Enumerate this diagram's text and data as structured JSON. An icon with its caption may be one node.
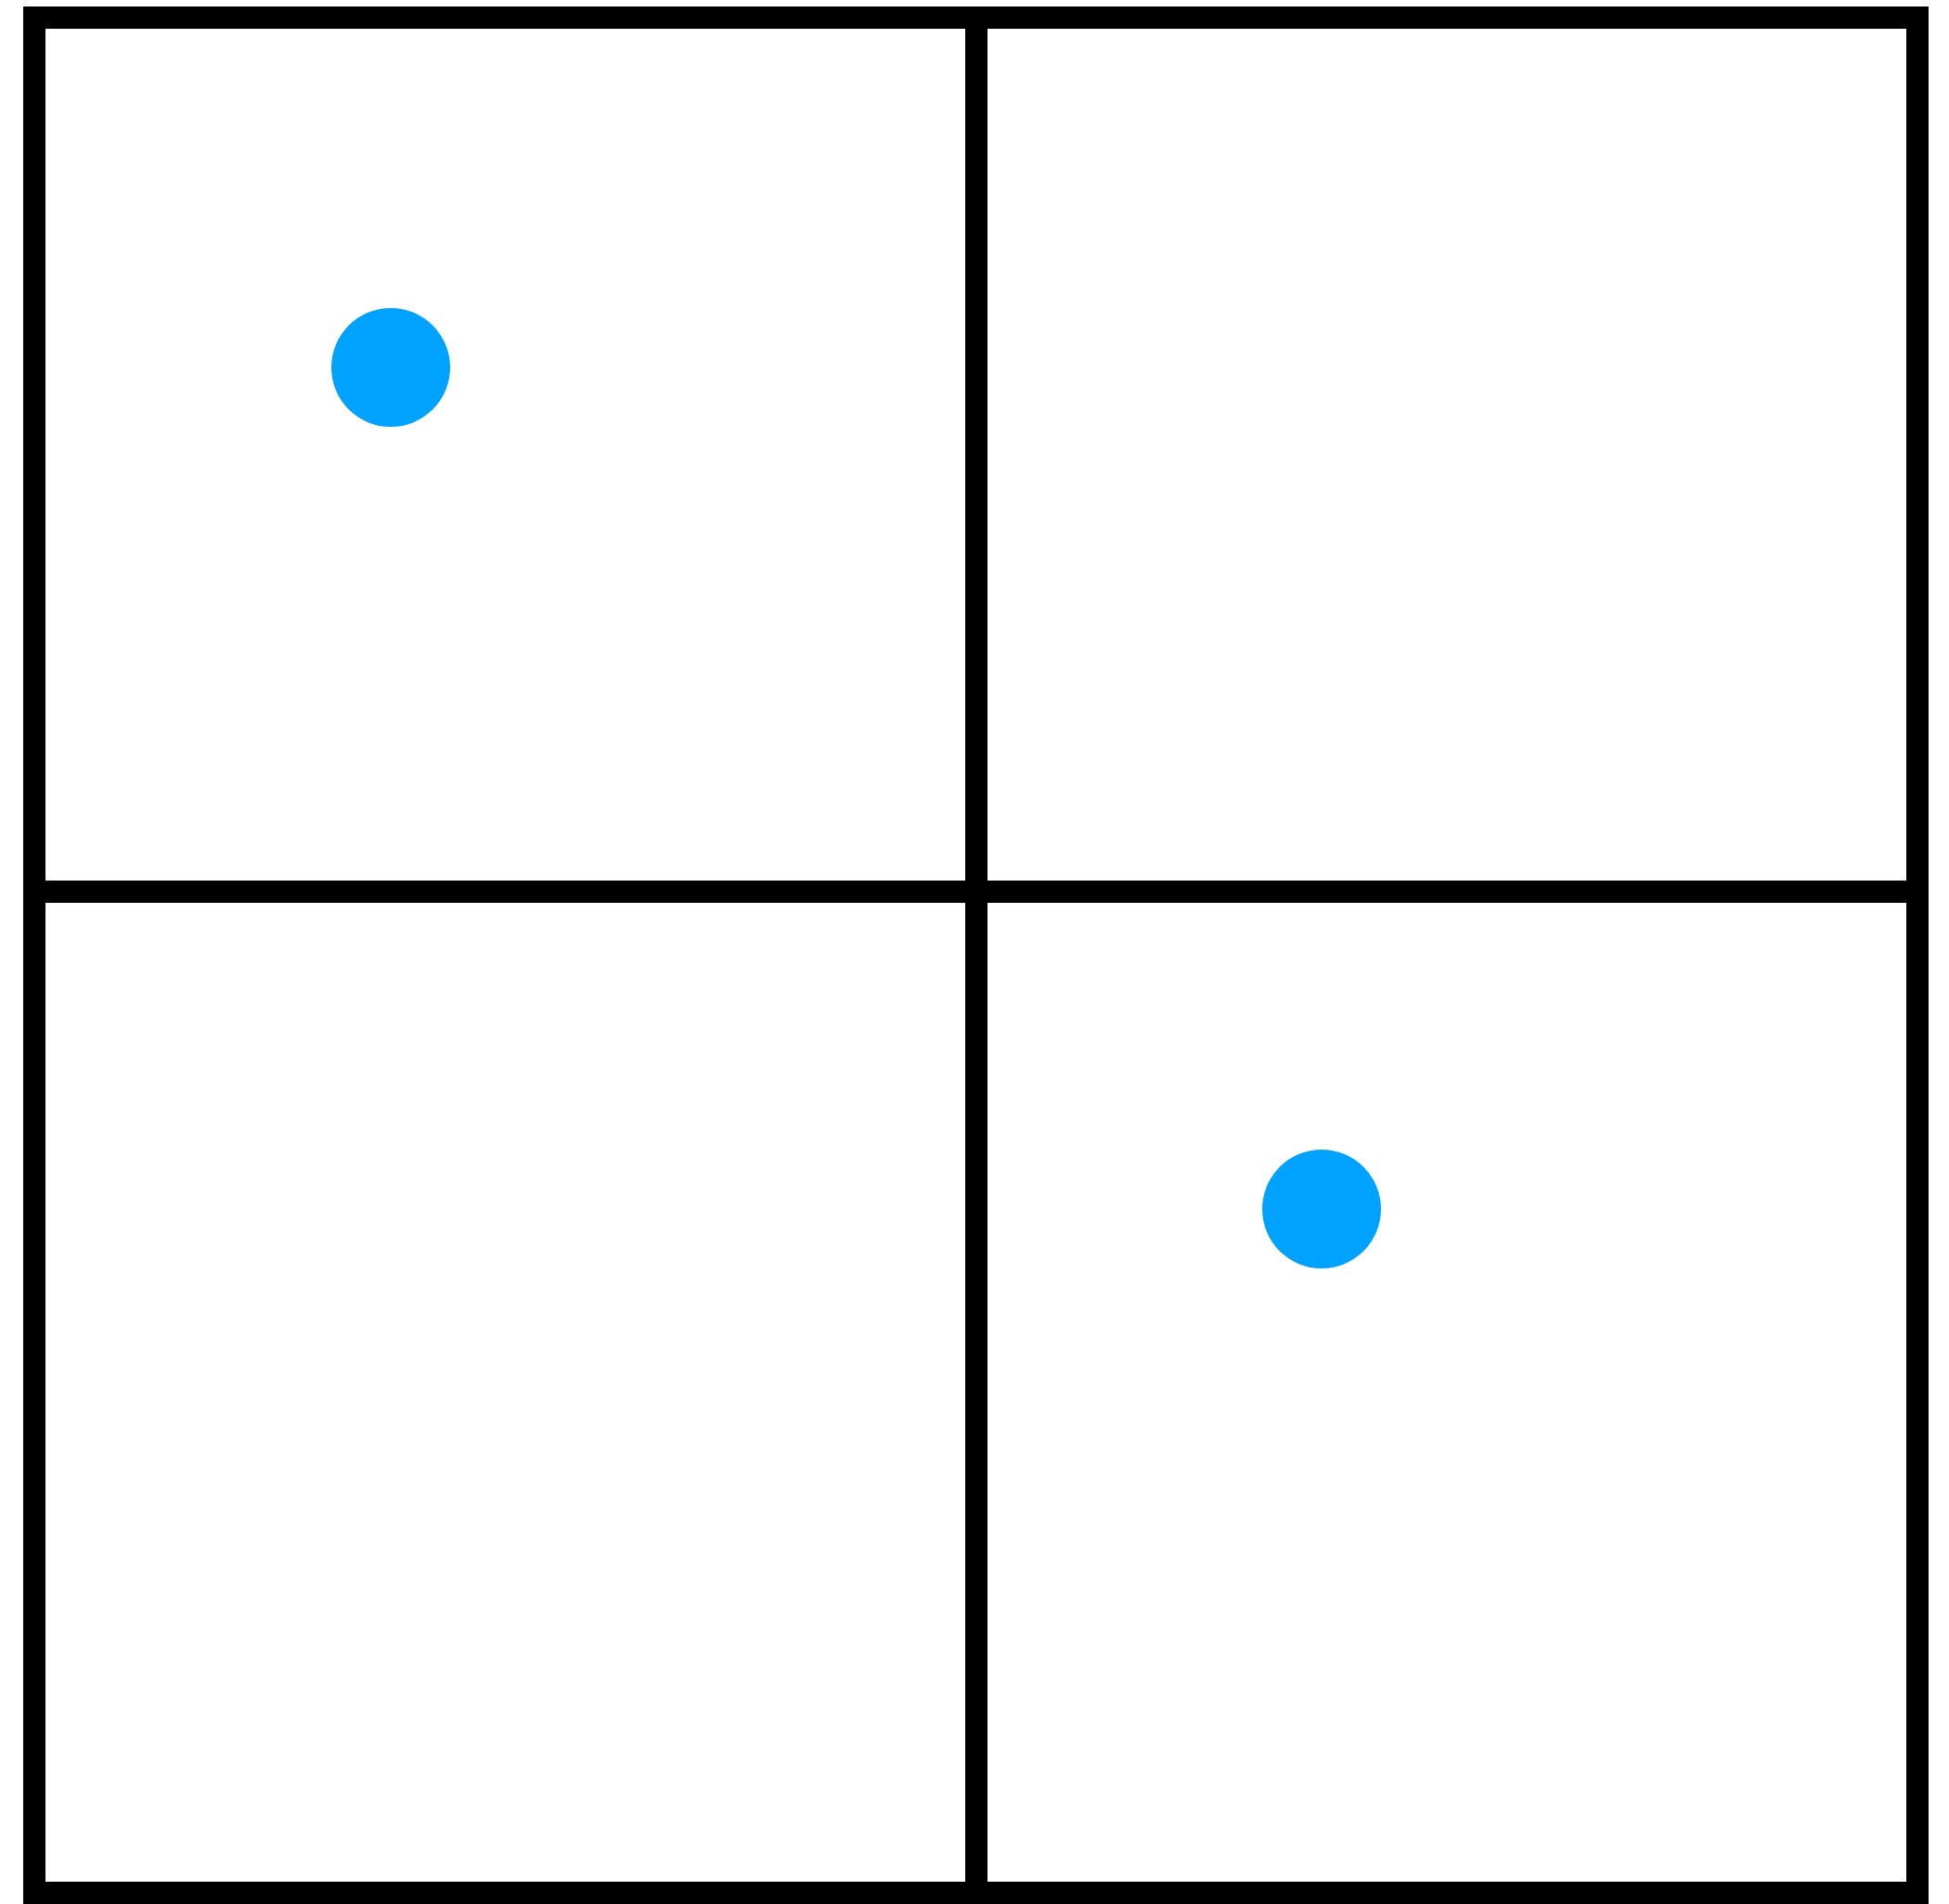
{
  "diagram": {
    "nodes": [
      {
        "text": [],
        "shape": "box"
      },
      {
        "text": [],
        "shape": "box"
      },
      {
        "text": [],
        "shape": "box"
      },
      {
        "text": [],
        "shape": "box"
      },
      {
        "text": [],
        "shape": "circle",
        "in": 0
      },
      {
        "text": [],
        "shape": "circle",
        "in": 3
      }
    ]
  }
}
